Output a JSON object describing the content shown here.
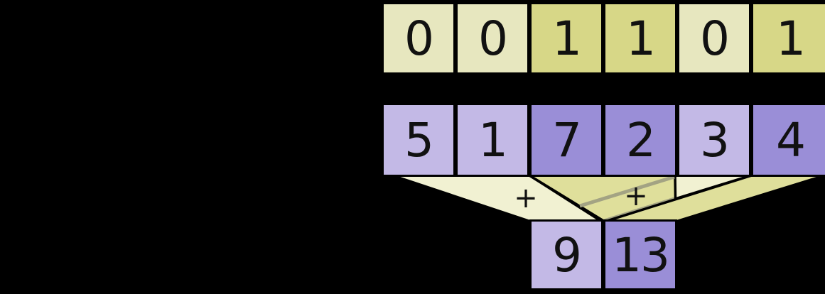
{
  "mask_row": [
    {
      "value": "0",
      "active": false
    },
    {
      "value": "0",
      "active": false
    },
    {
      "value": "1",
      "active": true
    },
    {
      "value": "1",
      "active": true
    },
    {
      "value": "0",
      "active": false
    },
    {
      "value": "1",
      "active": true
    }
  ],
  "values_row": [
    {
      "value": "5",
      "active": false
    },
    {
      "value": "1",
      "active": false
    },
    {
      "value": "7",
      "active": true
    },
    {
      "value": "2",
      "active": true
    },
    {
      "value": "3",
      "active": false
    },
    {
      "value": "4",
      "active": true
    }
  ],
  "result_row": [
    {
      "value": "9",
      "active": false
    },
    {
      "value": "13",
      "active": true
    }
  ],
  "operators": [
    {
      "symbol": "+"
    },
    {
      "symbol": "+"
    }
  ],
  "palette": {
    "bg": "#000000",
    "yellow-light": "#e7e7bf",
    "yellow-dark": "#d7d787",
    "purple-light": "#c3b9e6",
    "purple-dark": "#9a8ed7",
    "funnel-light": "#f1f1d2",
    "funnel-dark": "#dfdf9b",
    "hidden-edge": "#a3a383",
    "stroke": "#000000",
    "digit": "#111111"
  }
}
